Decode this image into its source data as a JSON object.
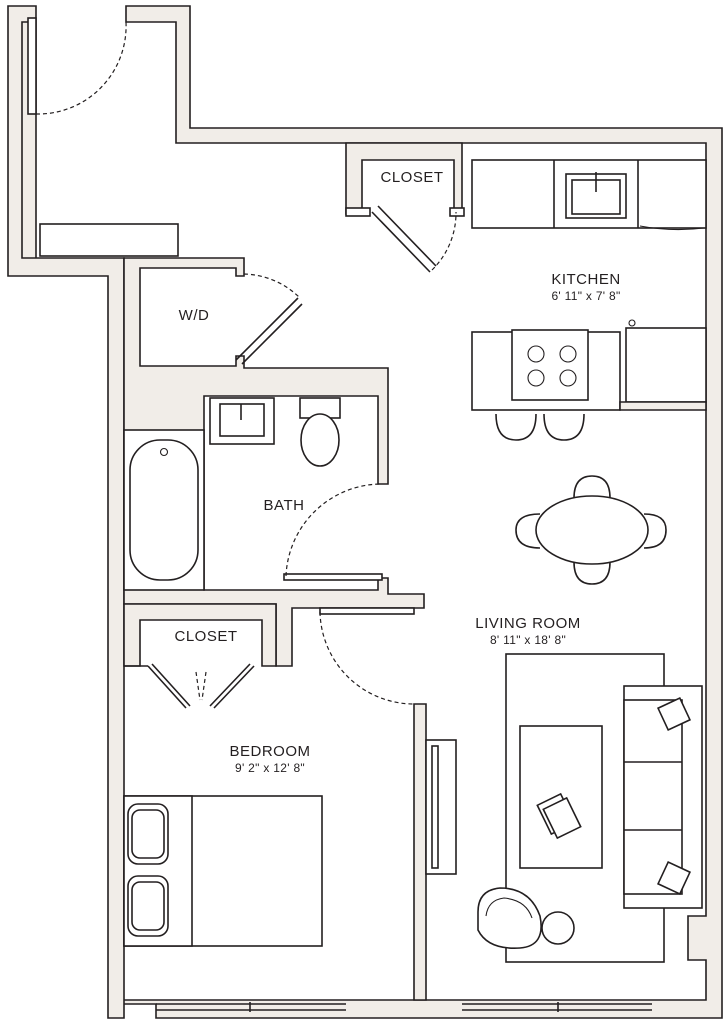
{
  "rooms": {
    "closet_top": {
      "label": "CLOSET"
    },
    "kitchen": {
      "label": "KITCHEN",
      "dimensions": "6' 11\" x 7' 8\""
    },
    "wd": {
      "label": "W/D"
    },
    "bath": {
      "label": "BATH"
    },
    "closet_bedroom": {
      "label": "CLOSET"
    },
    "living_room": {
      "label": "LIVING ROOM",
      "dimensions": "8' 11\" x 18' 8\""
    },
    "bedroom": {
      "label": "BEDROOM",
      "dimensions": "9' 2\" x 12' 8\""
    }
  },
  "colors": {
    "wall_fill": "#f1ede8",
    "line": "#231f20",
    "background": "#ffffff"
  }
}
